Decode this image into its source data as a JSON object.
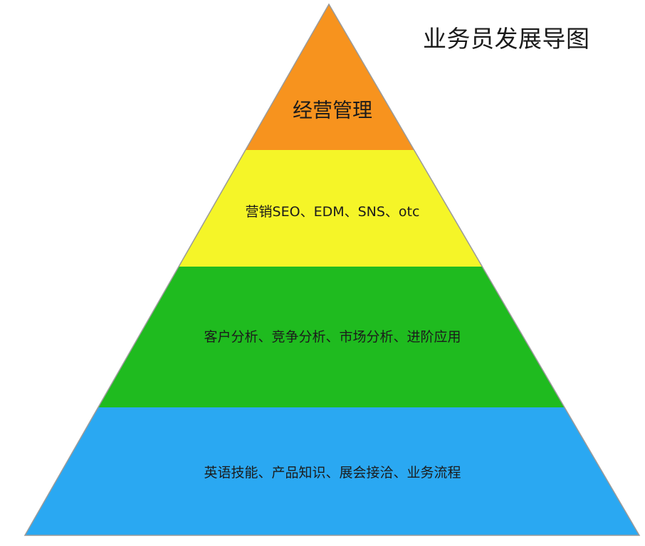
{
  "title": "业务员发展导图",
  "levels": [
    {
      "label": "经营管理",
      "color": "#f7931e"
    },
    {
      "label": "营销SEO、EDM、SNS、otc",
      "color": "#f5f528"
    },
    {
      "label": "客户分析、竞争分析、市场分析、进阶应用",
      "color": "#1fbb1f"
    },
    {
      "label": "英语技能、产品知识、展会接洽、业务流程",
      "color": "#2aa8f2"
    }
  ],
  "outline_color": "#9a9a9a"
}
